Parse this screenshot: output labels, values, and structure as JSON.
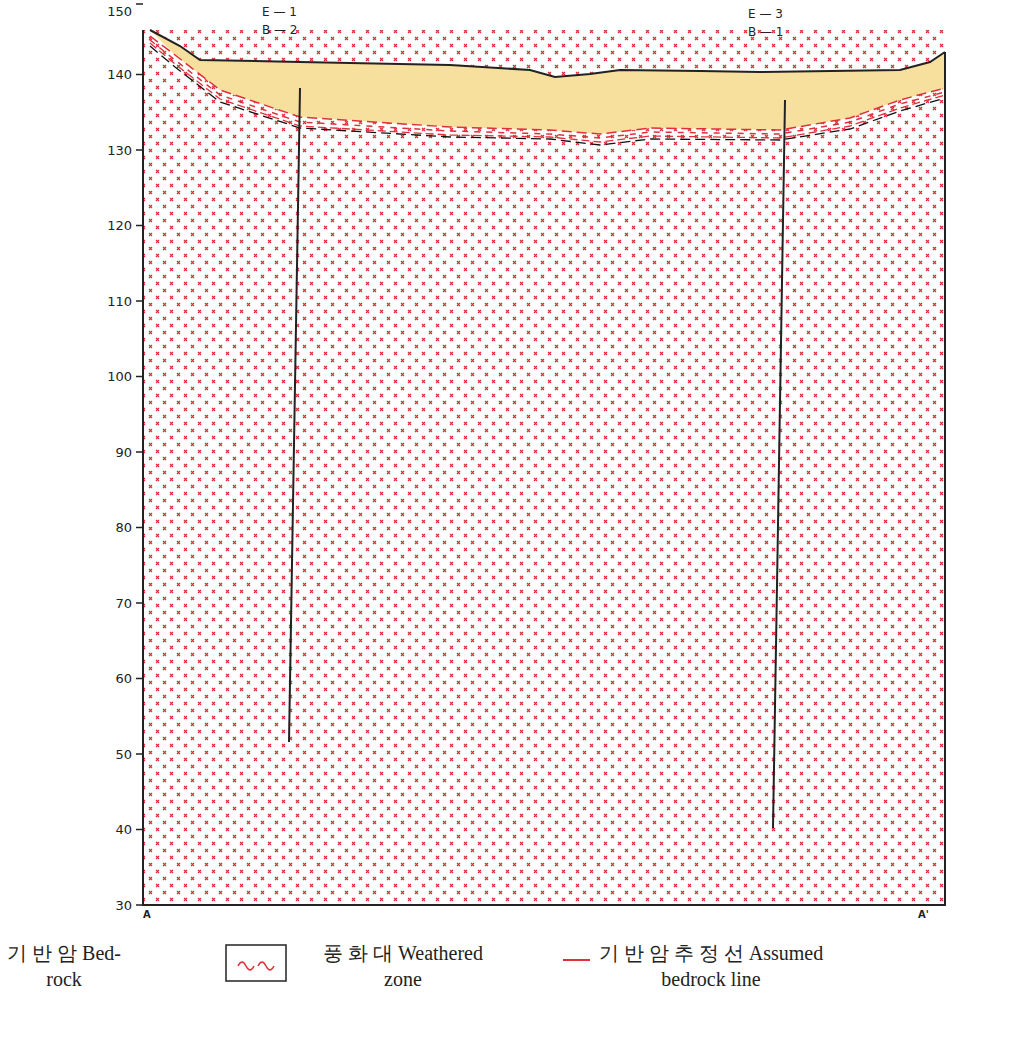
{
  "diagram": {
    "labels": [
      "E — 1",
      "B — 2",
      "E — 3",
      "B — 1",
      "150",
      "140",
      "130",
      "120",
      "110",
      "100",
      "90",
      "80",
      "70",
      "60",
      "50",
      "40",
      "30",
      "A",
      "A'"
    ],
    "legend": [
      {
        "text": "기 반 암 Bed-rock"
      },
      {
        "text": "풍 화 대 Weathered zone"
      },
      {
        "text": "기 반 암 추 정 선 Assumed bedrock line"
      }
    ]
  }
}
